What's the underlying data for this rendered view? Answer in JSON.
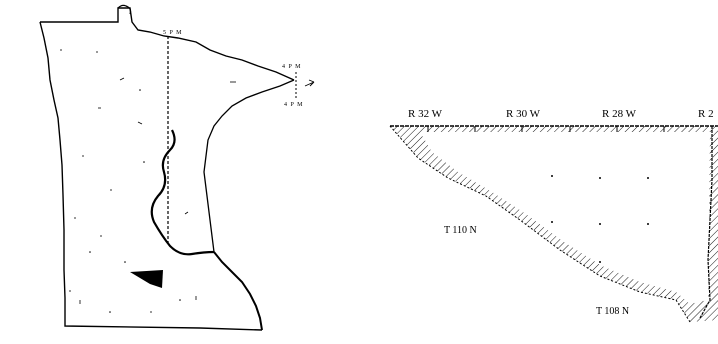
{
  "state_map": {
    "labels": {
      "line_5pm": "5 P M",
      "line_4pm_upper": "4 P M",
      "line_4pm_lower": "4 P M"
    }
  },
  "detail_map": {
    "range_labels": [
      "R 32 W",
      "R 30 W",
      "R 28 W",
      "R 2"
    ],
    "township_labels": [
      "T 110 N",
      "T 108 N"
    ]
  },
  "colors": {
    "ink": "#000000",
    "background": "#ffffff"
  }
}
